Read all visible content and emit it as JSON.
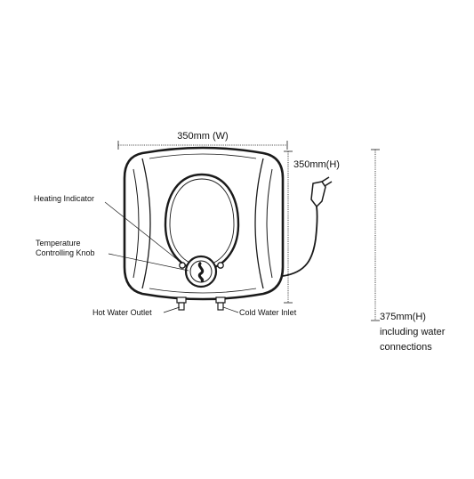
{
  "labels": {
    "width": "350mm (W)",
    "height": "350mm(H)",
    "height_total": "375mm(H)",
    "height_total_note_1": "including water",
    "height_total_note_2": "connections",
    "heating_indicator": "Heating Indicator",
    "temperature_knob_1": "Temperature",
    "temperature_knob_2": "Controlling Knob",
    "hot_water_outlet": "Hot Water Outlet",
    "cold_water_inlet": "Cold Water Inlet"
  },
  "colors": {
    "line": "#1a1a1a",
    "background": "#ffffff"
  }
}
